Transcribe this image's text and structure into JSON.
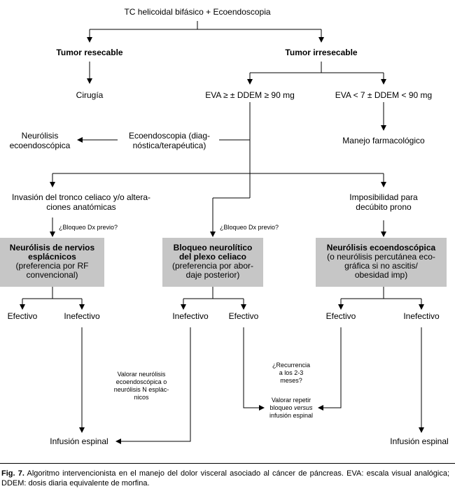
{
  "nodes": {
    "root": "TC helicoidal bifásico + Ecoendoscopia",
    "resecable": "Tumor resecable",
    "irresecable": "Tumor irresecable",
    "cirugia": "Cirugía",
    "eva_high": "EVA ≥ ± DDEM ≥ 90 mg",
    "eva_low": "EVA < 7 ± DDEM < 90 mg",
    "neurolisis_eco_1": "Neurólisis",
    "neurolisis_eco_2": "ecoendoscópica",
    "ecoendoscopia_1": "Ecoendoscopia (diag-",
    "ecoendoscopia_2": "nóstica/terapéutica)",
    "manejo": "Manejo farmacológico",
    "invasion_1": "Invasión del tronco celiaco y/o altera-",
    "invasion_2": "ciones anatómicas",
    "imposibilidad_1": "Imposibilidad para",
    "imposibilidad_2": "decúbito prono",
    "bloqueo_q_left": "¿Bloqueo Dx previo?",
    "bloqueo_q_mid": "¿Bloqueo Dx previo?"
  },
  "boxes": {
    "left": {
      "title": "Neurólisis de nervios",
      "line2": "esplácnicos",
      "line3": "(preferencia por RF",
      "line4": "convencional)"
    },
    "mid": {
      "title": "Bloqueo neurolítico",
      "line2": "del plexo celiaco",
      "line3": "(preferencia por abor-",
      "line4": "daje posterior)"
    },
    "right": {
      "title": "Neurólisis ecoendoscópica",
      "line2": "(o neurólisis percutánea eco-",
      "line3": "gráfica si no ascitis/",
      "line4": "obesidad imp)"
    }
  },
  "outcomes": {
    "left_efectivo": "Efectivo",
    "left_inefectivo": "Inefectivo",
    "mid_inefectivo": "Inefectivo",
    "mid_efectivo": "Efectivo",
    "right_efectivo": "Efectivo",
    "right_inefectivo": "Inefectivo"
  },
  "notes": {
    "valorar_1": "Valorar neurólisis",
    "valorar_2": "ecoendoscópica o",
    "valorar_3": "neurólisis N esplác-",
    "valorar_4": "nicos",
    "recurrencia_1": "¿Recurrencia",
    "recurrencia_2": "a los 2-3",
    "recurrencia_3": "meses?",
    "repetir_1": "Valorar repetir",
    "repetir_2a": "bloqueo ",
    "repetir_2b": "versus",
    "repetir_3": "infusión espinal"
  },
  "finals": {
    "infusion_left": "Infusión espinal",
    "infusion_right": "Infusión espinal"
  },
  "caption": {
    "label": "Fig. 7.",
    "text": "Algoritmo intervencionista en el manejo del dolor visceral asociado al cáncer de páncreas. EVA: escala visual analógica; DDEM: dosis diaria equivalente de morfina."
  }
}
